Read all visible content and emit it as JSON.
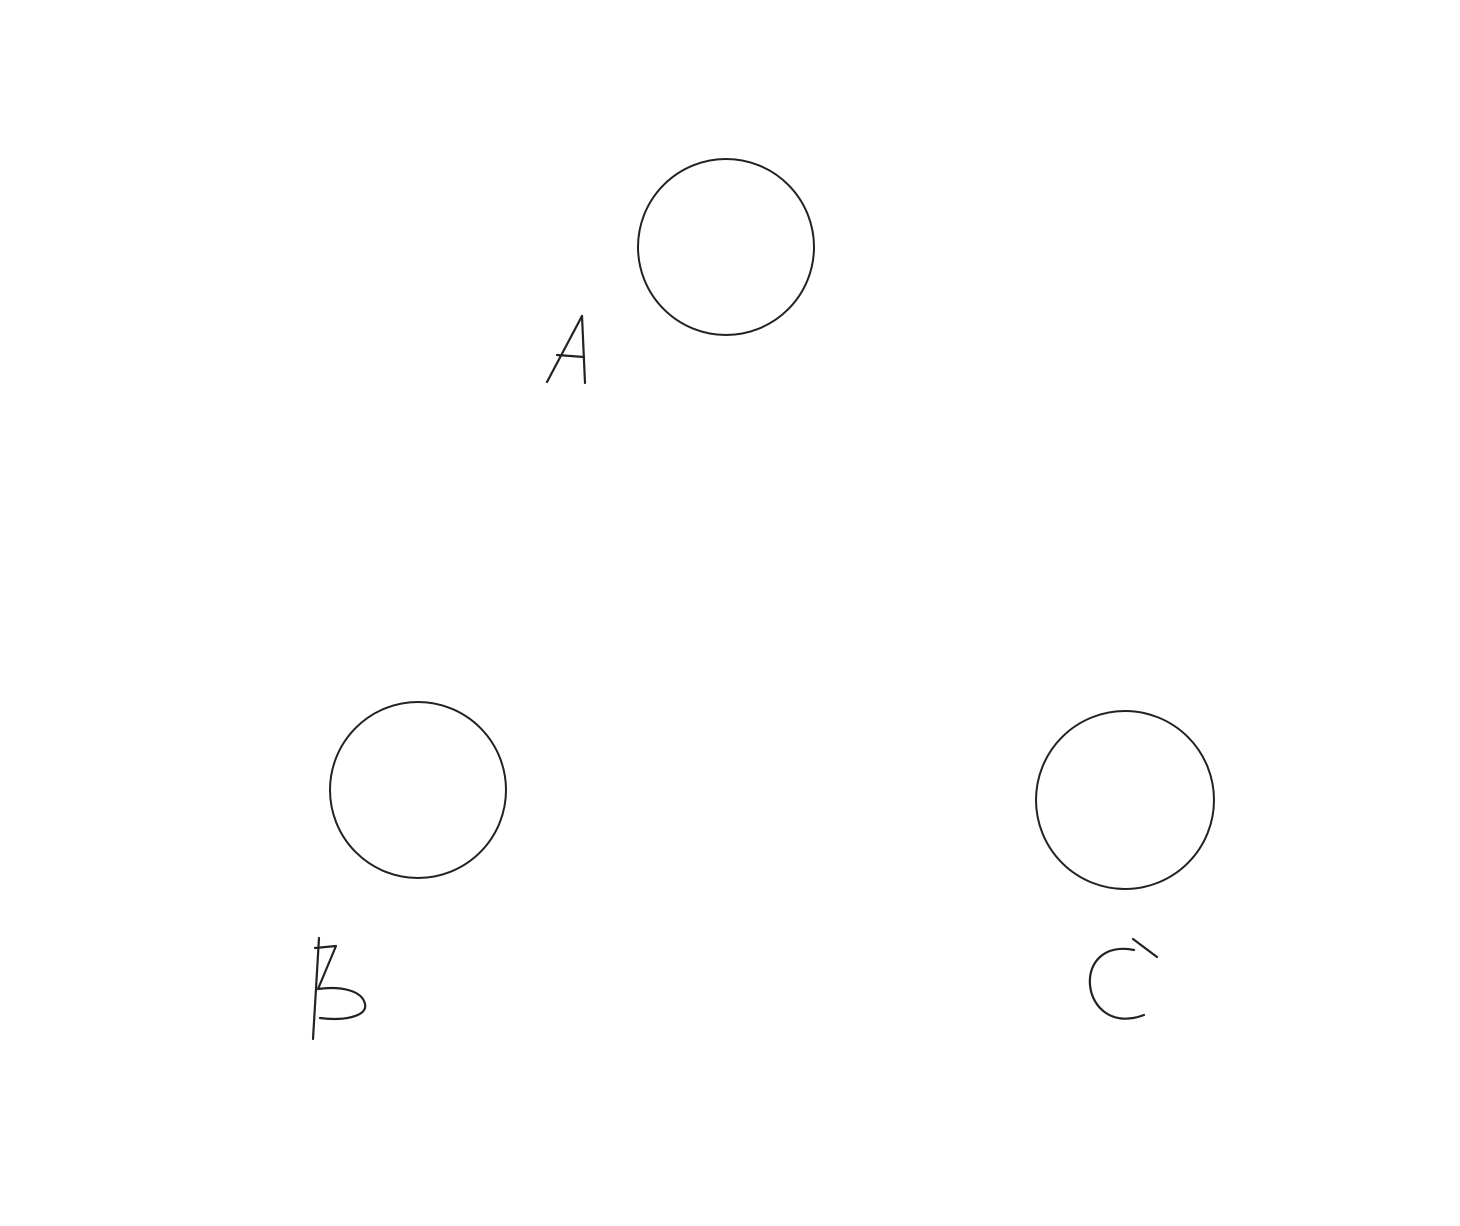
{
  "nodes": [
    {
      "id": "a",
      "label": "A"
    },
    {
      "id": "b",
      "label": "B"
    },
    {
      "id": "c",
      "label": "C"
    }
  ],
  "colors": {
    "background": "#ffffff",
    "stroke": "#222222"
  }
}
